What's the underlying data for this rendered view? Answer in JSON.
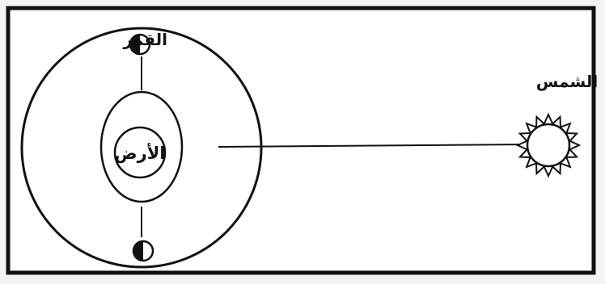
{
  "labels": {
    "earth": "الأرض",
    "moon": "القمر",
    "sun": "الشمس"
  },
  "colors": {
    "ink": "#111111",
    "paper": "#ffffff",
    "background": "#f3f3f1"
  }
}
